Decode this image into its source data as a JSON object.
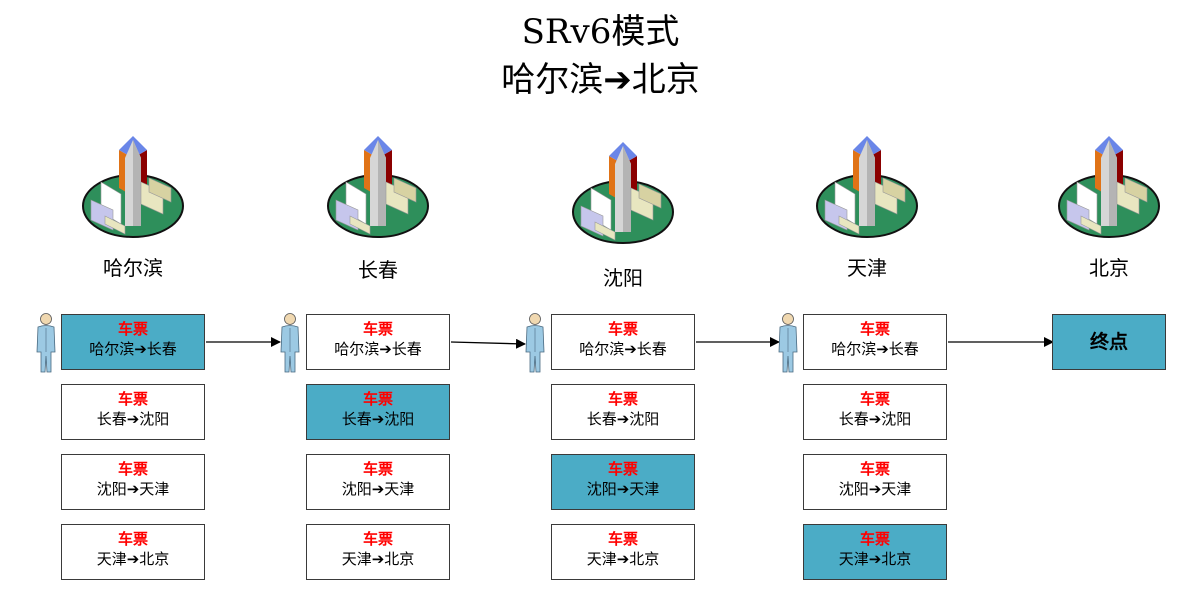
{
  "title_line1": "SRv6模式",
  "title_line2": "哈尔滨➔北京",
  "colors": {
    "highlight": "#4bacc6",
    "ticket_label": "#ff0000",
    "border": "#3a3a3a"
  },
  "cities": [
    {
      "name": "哈尔滨",
      "icon": "city-building-icon"
    },
    {
      "name": "长春",
      "icon": "city-building-icon"
    },
    {
      "name": "沈阳",
      "icon": "city-building-icon"
    },
    {
      "name": "天津",
      "icon": "city-building-icon"
    },
    {
      "name": "北京",
      "icon": "city-building-icon"
    }
  ],
  "ticket_label": "车票",
  "routes": [
    "哈尔滨➔长春",
    "长春➔沈阳",
    "沈阳➔天津",
    "天津➔北京"
  ],
  "columns": [
    {
      "highlighted_ticket": 0
    },
    {
      "highlighted_ticket": 1
    },
    {
      "highlighted_ticket": 2
    },
    {
      "highlighted_ticket": 3
    }
  ],
  "person_icon": "traveler-person-icon",
  "end_label": "终点"
}
